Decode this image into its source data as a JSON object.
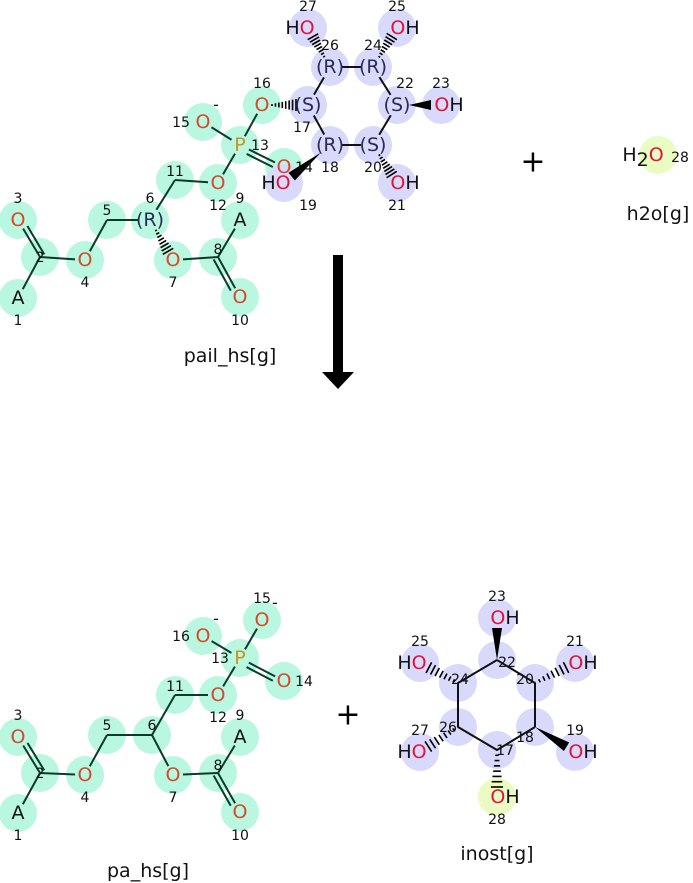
{
  "reaction": {
    "arrow": "reaction-arrow-down",
    "plus_symbol": "+",
    "colors": {
      "reactant_highlight": "#b9f7e1",
      "inositol_highlight": "#d9d9fb",
      "water_highlight": "#eafcc2",
      "oxygen": "#e0143c",
      "oxygen_green": "#d44a2c",
      "phosphorus": "#c8961e"
    }
  },
  "molecules": [
    {
      "id": "pail",
      "name": "pail_hs[g]",
      "atoms": [
        {
          "n": "1",
          "label": "A",
          "hl": "g"
        },
        {
          "n": "2",
          "label": "",
          "hl": "g"
        },
        {
          "n": "3",
          "label": "O",
          "hl": "g"
        },
        {
          "n": "4",
          "label": "O",
          "hl": "g"
        },
        {
          "n": "5",
          "label": "",
          "hl": "g"
        },
        {
          "n": "6",
          "label": "(R)",
          "hl": "g"
        },
        {
          "n": "7",
          "label": "O",
          "hl": "g"
        },
        {
          "n": "8",
          "label": "",
          "hl": "g"
        },
        {
          "n": "9",
          "label": "A",
          "hl": "g"
        },
        {
          "n": "10",
          "label": "O",
          "hl": "g"
        },
        {
          "n": "11",
          "label": "",
          "hl": "g"
        },
        {
          "n": "12",
          "label": "O",
          "hl": "g"
        },
        {
          "n": "13",
          "label": "P",
          "hl": "g"
        },
        {
          "n": "14",
          "label": "O",
          "hl": "g"
        },
        {
          "n": "15",
          "label": "O",
          "charge": "-",
          "hl": "g"
        },
        {
          "n": "16",
          "label": "O",
          "hl": "g"
        },
        {
          "n": "17",
          "label": "(S)",
          "hl": "l"
        },
        {
          "n": "18",
          "label": "(R)",
          "hl": "l"
        },
        {
          "n": "19",
          "label": "HO",
          "hl": "l"
        },
        {
          "n": "20",
          "label": "(S)",
          "hl": "l"
        },
        {
          "n": "21",
          "label": "OH",
          "hl": "l"
        },
        {
          "n": "22",
          "label": "(S)",
          "hl": "l"
        },
        {
          "n": "23",
          "label": "OH",
          "hl": "l"
        },
        {
          "n": "24",
          "label": "(R)",
          "hl": "l"
        },
        {
          "n": "25",
          "label": "OH",
          "hl": "l"
        },
        {
          "n": "26",
          "label": "(R)",
          "hl": "l"
        },
        {
          "n": "27",
          "label": "HO",
          "hl": "l"
        }
      ],
      "bonds": [
        [
          1,
          2,
          "s"
        ],
        [
          2,
          3,
          "d"
        ],
        [
          2,
          4,
          "s"
        ],
        [
          4,
          5,
          "s"
        ],
        [
          5,
          6,
          "s"
        ],
        [
          6,
          11,
          "s"
        ],
        [
          6,
          7,
          "h"
        ],
        [
          7,
          8,
          "s"
        ],
        [
          8,
          9,
          "s"
        ],
        [
          8,
          10,
          "d"
        ],
        [
          11,
          12,
          "s"
        ],
        [
          12,
          13,
          "s"
        ],
        [
          13,
          14,
          "d"
        ],
        [
          13,
          15,
          "s"
        ],
        [
          13,
          16,
          "s"
        ],
        [
          16,
          17,
          "h"
        ],
        [
          17,
          18,
          "s"
        ],
        [
          18,
          19,
          "w"
        ],
        [
          18,
          20,
          "s"
        ],
        [
          20,
          21,
          "h"
        ],
        [
          20,
          22,
          "s"
        ],
        [
          22,
          23,
          "w"
        ],
        [
          22,
          24,
          "s"
        ],
        [
          24,
          25,
          "h"
        ],
        [
          24,
          26,
          "s"
        ],
        [
          26,
          27,
          "h"
        ],
        [
          26,
          17,
          "s"
        ]
      ]
    },
    {
      "id": "h2o",
      "name": "h2o[g]",
      "atoms": [
        {
          "n": "28",
          "label": "H2O",
          "hl": "y"
        }
      ],
      "bonds": []
    },
    {
      "id": "pa",
      "name": "pa_hs[g]",
      "atoms": [
        {
          "n": "1",
          "label": "A",
          "hl": "g"
        },
        {
          "n": "2",
          "label": "",
          "hl": "g"
        },
        {
          "n": "3",
          "label": "O",
          "hl": "g"
        },
        {
          "n": "4",
          "label": "O",
          "hl": "g"
        },
        {
          "n": "5",
          "label": "",
          "hl": "g"
        },
        {
          "n": "6",
          "label": "",
          "hl": "g"
        },
        {
          "n": "7",
          "label": "O",
          "hl": "g"
        },
        {
          "n": "8",
          "label": "",
          "hl": "g"
        },
        {
          "n": "9",
          "label": "A",
          "hl": "g"
        },
        {
          "n": "10",
          "label": "O",
          "hl": "g"
        },
        {
          "n": "11",
          "label": "",
          "hl": "g"
        },
        {
          "n": "12",
          "label": "O",
          "hl": "g"
        },
        {
          "n": "13",
          "label": "P",
          "hl": "g"
        },
        {
          "n": "14",
          "label": "O",
          "hl": "g"
        },
        {
          "n": "15",
          "label": "O",
          "charge": "-",
          "hl": "g"
        },
        {
          "n": "16",
          "label": "O",
          "charge": "-",
          "hl": "g"
        }
      ],
      "bonds": [
        [
          1,
          2,
          "s"
        ],
        [
          2,
          3,
          "d"
        ],
        [
          2,
          4,
          "s"
        ],
        [
          4,
          5,
          "s"
        ],
        [
          5,
          6,
          "s"
        ],
        [
          6,
          11,
          "s"
        ],
        [
          6,
          7,
          "s"
        ],
        [
          7,
          8,
          "s"
        ],
        [
          8,
          9,
          "s"
        ],
        [
          8,
          10,
          "d"
        ],
        [
          11,
          12,
          "s"
        ],
        [
          12,
          13,
          "s"
        ],
        [
          13,
          14,
          "d"
        ],
        [
          13,
          15,
          "s"
        ],
        [
          13,
          16,
          "s"
        ]
      ]
    },
    {
      "id": "inost",
      "name": "inost[g]",
      "atoms": [
        {
          "n": "17",
          "label": "",
          "hl": "l"
        },
        {
          "n": "18",
          "label": "",
          "hl": "l"
        },
        {
          "n": "19",
          "label": "OH",
          "hl": "l"
        },
        {
          "n": "20",
          "label": "",
          "hl": "l"
        },
        {
          "n": "21",
          "label": "OH",
          "hl": "l"
        },
        {
          "n": "22",
          "label": "",
          "hl": "l"
        },
        {
          "n": "23",
          "label": "OH",
          "hl": "l"
        },
        {
          "n": "24",
          "label": "",
          "hl": "l"
        },
        {
          "n": "25",
          "label": "HO",
          "hl": "l"
        },
        {
          "n": "26",
          "label": "",
          "hl": "l"
        },
        {
          "n": "27",
          "label": "HO",
          "hl": "l"
        },
        {
          "n": "28",
          "label": "OH",
          "hl": "y"
        }
      ],
      "bonds": [
        [
          17,
          18,
          "s"
        ],
        [
          18,
          19,
          "w"
        ],
        [
          18,
          20,
          "s"
        ],
        [
          20,
          21,
          "h"
        ],
        [
          20,
          22,
          "s"
        ],
        [
          22,
          23,
          "w"
        ],
        [
          22,
          24,
          "s"
        ],
        [
          24,
          25,
          "h"
        ],
        [
          24,
          26,
          "s"
        ],
        [
          26,
          27,
          "h"
        ],
        [
          26,
          17,
          "s"
        ],
        [
          17,
          28,
          "h"
        ]
      ]
    }
  ]
}
